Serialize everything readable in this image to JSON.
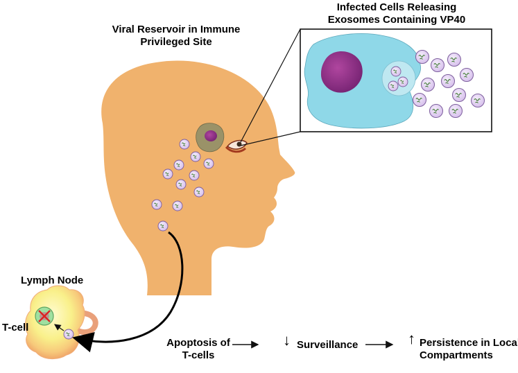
{
  "title_reservoir": {
    "line1": "Viral Reservoir in Immune",
    "line2": "Privileged Site"
  },
  "title_infected": {
    "line1": "Infected Cells Releasing",
    "line2": "Exosomes Containing VP40"
  },
  "lymph_node_label": "Lymph Node",
  "tcell_label": "T-cell",
  "flow": {
    "step1_line1": "Apoptosis of",
    "step1_line2": "T-cells",
    "step2": "Surveillance",
    "step3_line1": "Persistence in Local",
    "step3_line2": "Compartments",
    "down_symbol": "↓",
    "up_symbol": "↑"
  },
  "colors": {
    "head_skin": "#f0b26d",
    "cell_cytoplasm": "#8fd8e8",
    "cell_nucleus": "#8e2f8c",
    "exosome_fill": "#ddc7ee",
    "exosome_stroke": "#8a6aa8",
    "lymph_node": "#f9f08a",
    "tcell_fill": "#9fe0a0"
  },
  "icons": [
    "eye-icon",
    "x-mark-icon"
  ]
}
